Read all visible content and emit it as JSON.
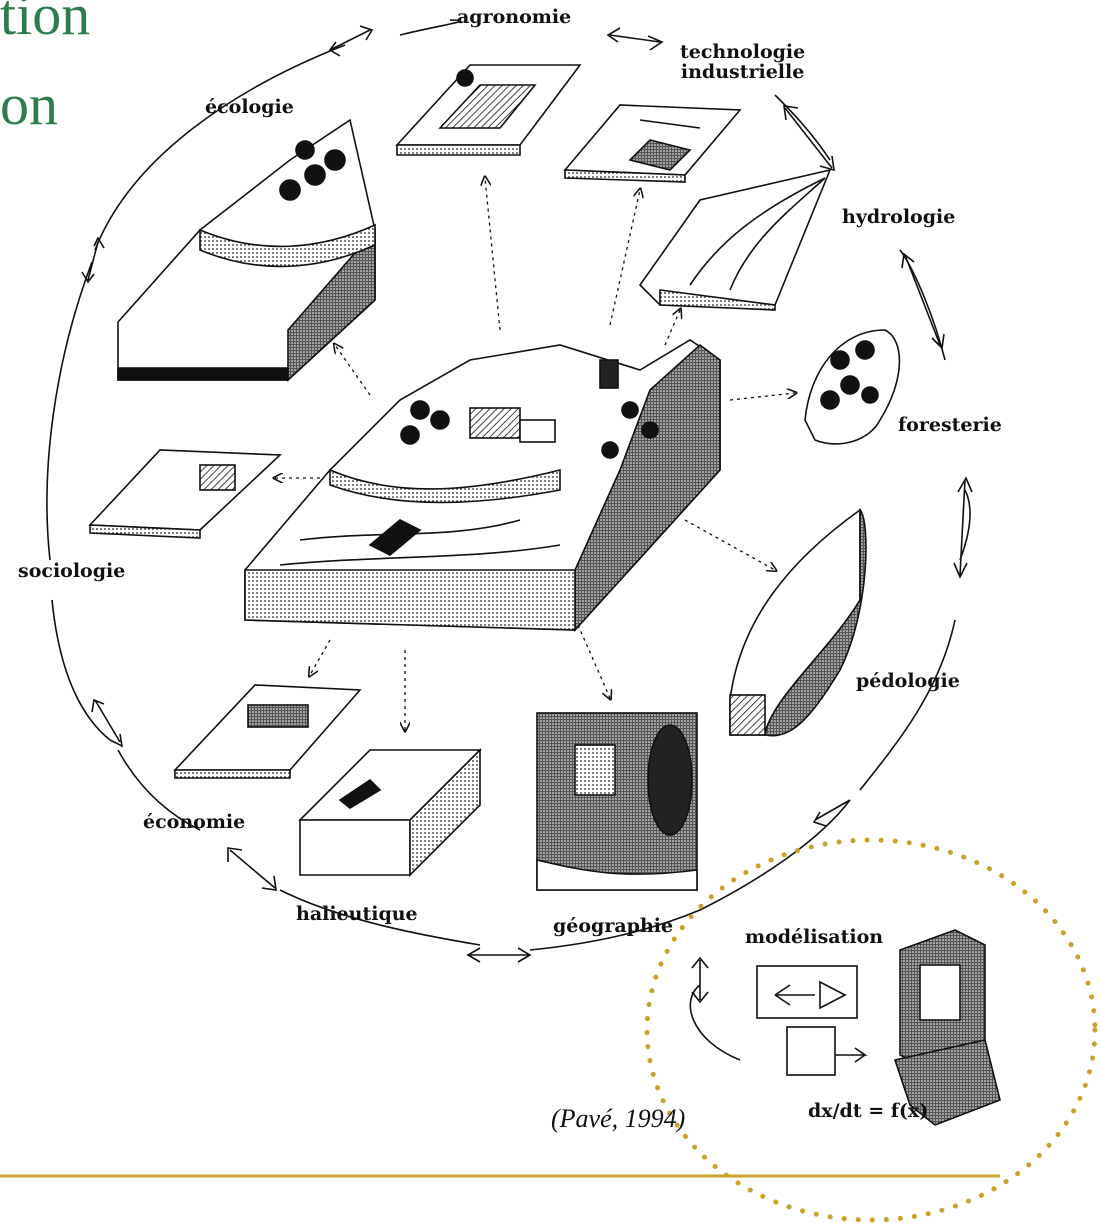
{
  "slide": {
    "title_line1_fragment": "tion",
    "title_line2_fragment": "on",
    "colors": {
      "title": "#2e7d4f",
      "rule": "#c9a227",
      "highlight_circle": "#c9a227",
      "ink": "#111111"
    }
  },
  "diagram": {
    "disciplines": {
      "agronomie": "agronomie",
      "technologie": "technologie\nindustrielle",
      "ecologie": "écologie",
      "hydrologie": "hydrologie",
      "foresterie": "foresterie",
      "sociologie": "sociologie",
      "pedologie": "pédologie",
      "economie": "économie",
      "halieutique": "halieutique",
      "geographie": "géographie",
      "modelisation": "modélisation"
    },
    "equation": "dx/dt = f(x)",
    "citation": "(Pavé, 1994)"
  }
}
